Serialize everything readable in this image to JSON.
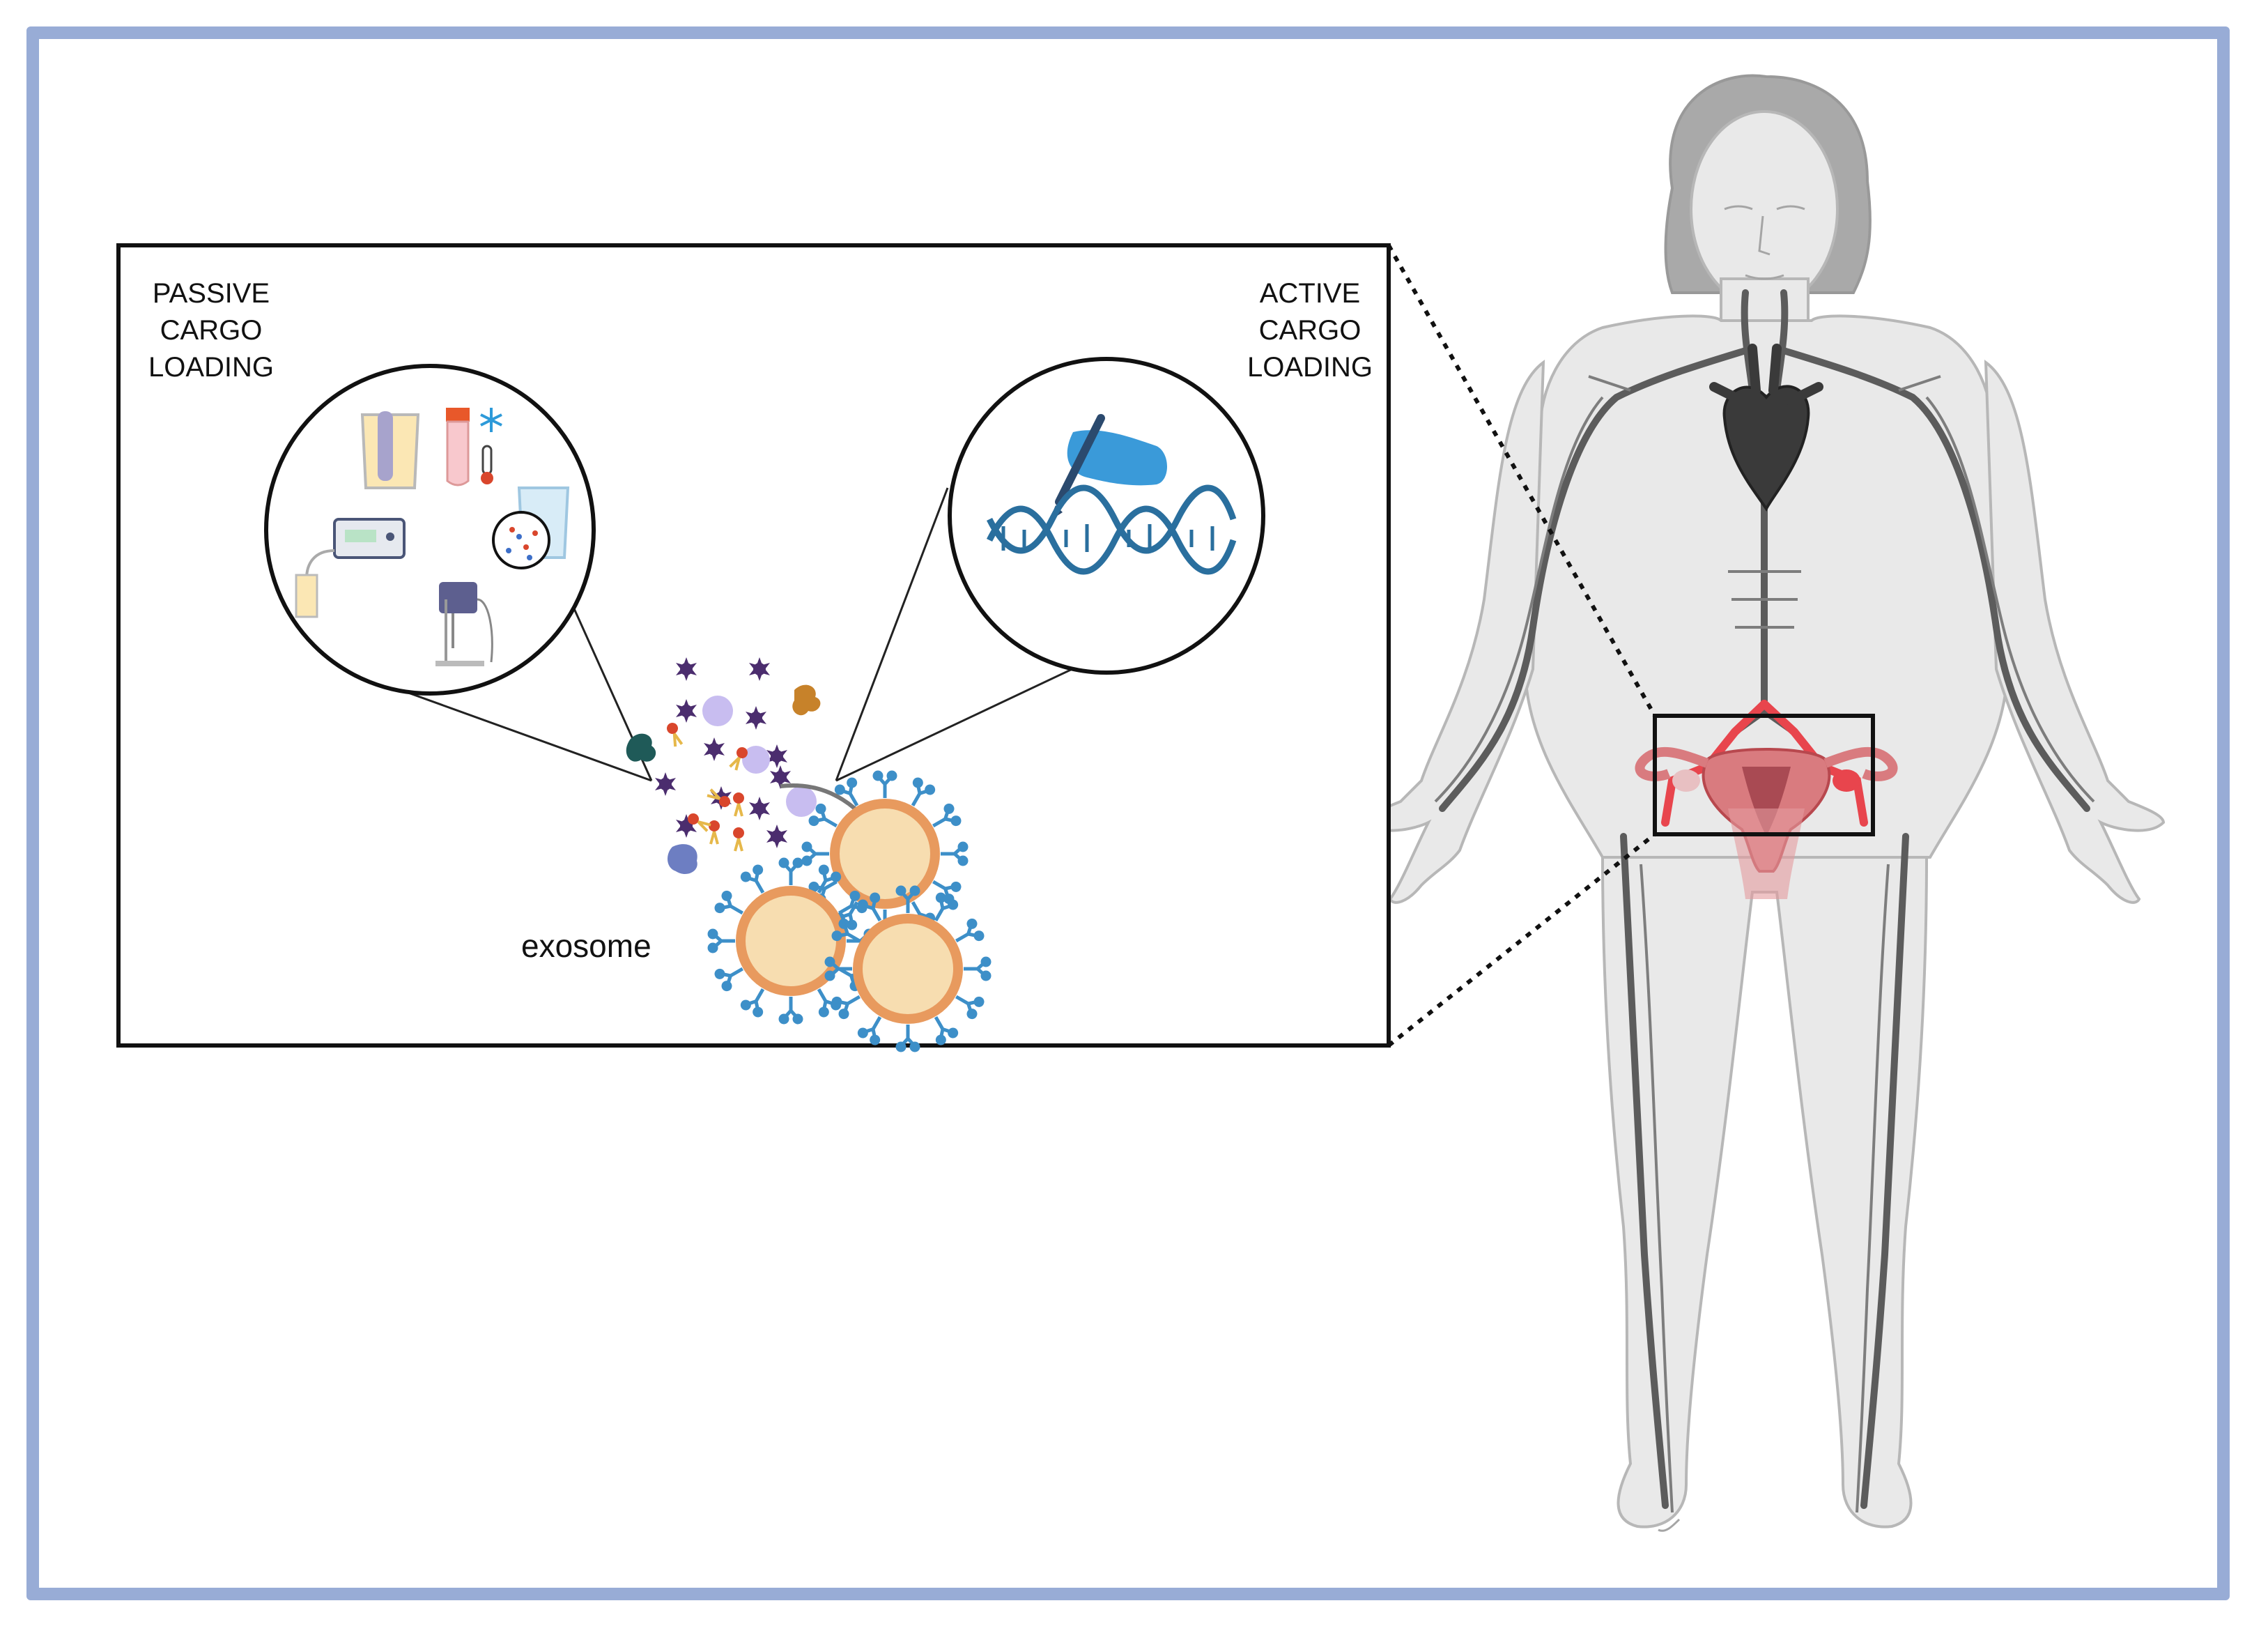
{
  "figure": {
    "labels": {
      "passive": "PASSIVE\nCARGO\nLOADING",
      "active": "ACTIVE\nCARGO\nLOADING",
      "exosome": "exosome"
    },
    "colors": {
      "frame_border": "#98acd6",
      "vessel": "#5a5a5a",
      "skin": "#e8e8e8",
      "organ_highlight": "#e8454d",
      "exosome_core": "#f7ddb0",
      "exosome_membrane": "#e89a5e",
      "receptor": "#3d8fc8",
      "cargo_star": "#4b2d6e",
      "dna": "#2a6f9e",
      "hand_glove": "#3a9ad9"
    },
    "icons": {
      "passive_methods": [
        "beaker-incubation-icon",
        "freeze-thaw-tube-icon",
        "thermometer-icon",
        "snowflake-icon",
        "electroporator-icon",
        "sonicator-icon",
        "beaker-mixing-icon"
      ],
      "active_methods": [
        "gloved-hand-pen-icon",
        "dna-double-helix-icon"
      ]
    }
  }
}
